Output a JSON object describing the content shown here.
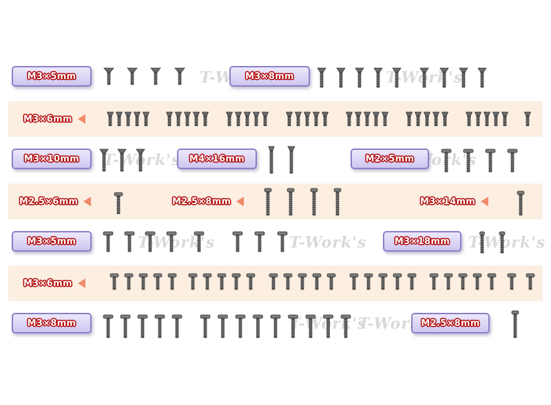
{
  "watermark": "T-Work's",
  "colors": {
    "label_text": "#ffffff",
    "label_outline": "#b00000",
    "strip": "#fcefe2",
    "arrow": "#f08b6a"
  },
  "rows": [
    {
      "labels": [
        "M3×5mm",
        "M3×8mm"
      ]
    },
    {
      "labels": [
        "M3×6mm"
      ]
    },
    {
      "labels": [
        "M3×10mm",
        "M4×16mm",
        "M2×5mm"
      ]
    },
    {
      "labels": [
        "M2.5×6mm",
        "M2.5×8mm",
        "M3×14mm"
      ]
    },
    {
      "labels": [
        "M3×5mm",
        "M3×18mm"
      ]
    },
    {
      "labels": [
        "M3×6mm"
      ]
    },
    {
      "labels": [
        "M3×8mm",
        "M2.5×8mm"
      ]
    }
  ]
}
